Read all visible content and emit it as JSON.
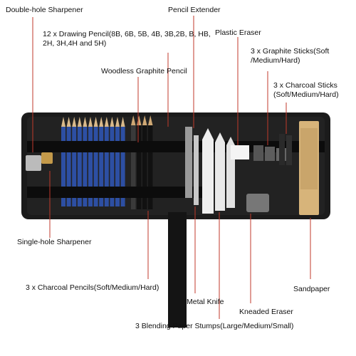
{
  "labels": {
    "double_hole_sharpener": "Double-hole Sharpener",
    "pencil_extender": "Pencil Extender",
    "drawing_pencils": "12 x Drawing Pencil(8B, 6B, 5B, 4B, 3B,2B, B, HB, 2H, 3H,4H and 5H)",
    "plastic_eraser": "Plastic Eraser",
    "graphite_sticks": "3 x Graphite Sticks(Soft /Medium/Hard)",
    "woodless_graphite_pencil": "Woodless Graphite Pencil",
    "charcoal_sticks": "3 x Charcoal Sticks (Soft/Medium/Hard)",
    "single_hole_sharpener": "Single-hole Sharpener",
    "sandpaper": "Sandpaper",
    "charcoal_pencils": "3 x Charcoal Pencils(Soft/Medium/Hard)",
    "metal_knife": "Metal Knife",
    "kneaded_eraser": "Kneaded Eraser",
    "blending_stumps": "3 Blending Paper Stumps(Large/Medium/Small)"
  },
  "colors": {
    "leader_line": "#c0392b",
    "case": "#1b1b1b",
    "pencil_blue": "#2d4fa3",
    "strap": "#0c0c0c"
  }
}
